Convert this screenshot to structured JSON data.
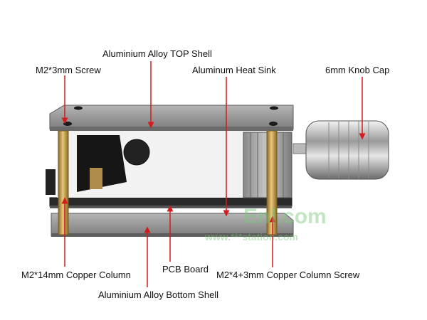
{
  "labels": {
    "top_shell": "Aluminium Alloy TOP Shell",
    "screw": "M2*3mm Screw",
    "heat_sink": "Aluminum Heat Sink",
    "knob_cap": "6mm Knob Cap",
    "copper_column": "M2*14mm Copper Column",
    "pcb_board": "PCB Board",
    "column_screw": "M2*4+3mm Copper Column Screw",
    "bottom_shell": "Aluminium Alloy Bottom Shell"
  },
  "watermark": {
    "big": "Enl.com",
    "small": "www.***station.com"
  },
  "colors": {
    "arrow": "#d41c1c",
    "shell": "#8c8c8c",
    "pcb": "#2a2a2a",
    "copper": "#c9a55a",
    "knob": "#c8c8c8",
    "watermark": "#78c878"
  }
}
